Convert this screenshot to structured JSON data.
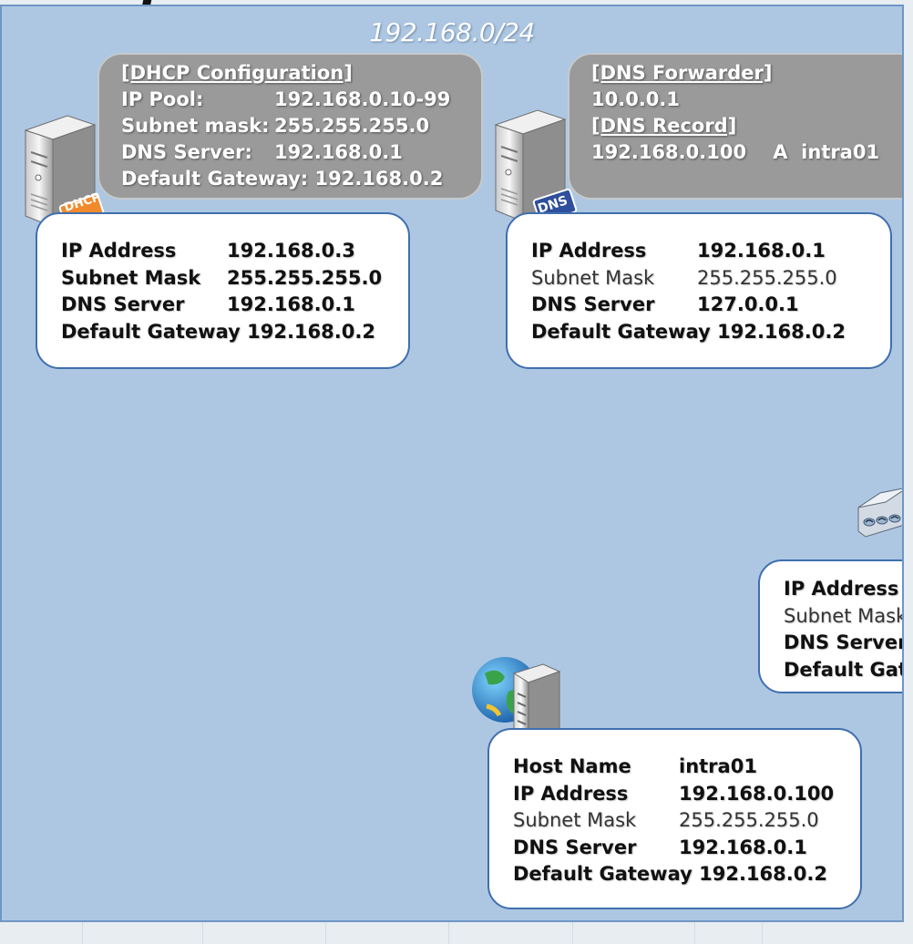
{
  "network": {
    "label": "192.168.0/24"
  },
  "dhcp_server": {
    "icon": "dhcp-server-icon",
    "badge": "DHCP",
    "config": {
      "heading": "[DHCP Configuration]",
      "rows": [
        {
          "key": "IP Pool:",
          "value": "192.168.0.10-99"
        },
        {
          "key": "Subnet mask:",
          "value": "255.255.255.0"
        },
        {
          "key": "DNS Server:",
          "value": "192.168.0.1"
        },
        {
          "key": "Default Gateway:",
          "value": "192.168.0.2"
        }
      ]
    },
    "card": {
      "rows": [
        {
          "key": "IP Address",
          "value": "192.168.0.3"
        },
        {
          "key": "Subnet Mask",
          "value": "255.255.255.0"
        },
        {
          "key": "DNS Server",
          "value": "192.168.0.1"
        },
        {
          "key": "Default Gateway",
          "value": "192.168.0.2"
        }
      ]
    }
  },
  "dns_server": {
    "icon": "dns-server-icon",
    "badge": "DNS",
    "config": {
      "forwarder_heading": "[DNS Forwarder]",
      "forwarder_value": "10.0.0.1",
      "record_heading": "[DNS Record]",
      "record_value": "192.168.0.100    A  intra01"
    },
    "card": {
      "rows": [
        {
          "key": "IP Address",
          "value": "192.168.0.1"
        },
        {
          "key": "Subnet Mask",
          "value": "255.255.255.0"
        },
        {
          "key": "DNS Server",
          "value": "127.0.0.1"
        },
        {
          "key": "Default Gateway",
          "value": "192.168.0.2"
        }
      ]
    }
  },
  "router": {
    "icon": "router-icon",
    "card": {
      "rows": [
        {
          "key": "IP Address"
        },
        {
          "key": "Subnet Mask"
        },
        {
          "key": "DNS Server"
        },
        {
          "key": "Default Gatew"
        }
      ]
    }
  },
  "web_server": {
    "icon": "globe-server-icon",
    "card": {
      "rows": [
        {
          "key": "Host Name",
          "value": "intra01"
        },
        {
          "key": "IP Address",
          "value": "192.168.0.100"
        },
        {
          "key": "Subnet Mask",
          "value": "255.255.255.0"
        },
        {
          "key": "DNS Server",
          "value": "192.168.0.1"
        },
        {
          "key": "Default Gateway",
          "value": "192.168.0.2"
        }
      ]
    }
  },
  "colors": {
    "network_fill": "#adc7e3",
    "network_border": "#6e97c4",
    "callout_fill": "#9a9a9a",
    "card_border": "#3f6fae",
    "dhcp_badge": "#f08a2c",
    "dns_badge": "#2f4f9c"
  }
}
